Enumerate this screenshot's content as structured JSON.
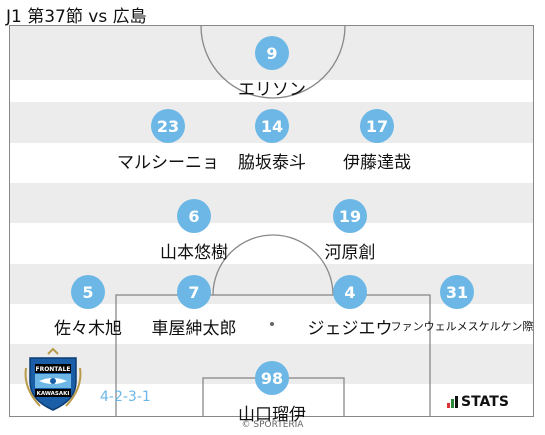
{
  "header": {
    "title": "J1 第37節 vs 広島"
  },
  "players": [
    {
      "number": "9",
      "name": "エリソン"
    },
    {
      "number": "23",
      "name": "マルシーニョ"
    },
    {
      "number": "14",
      "name": "脇坂泰斗"
    },
    {
      "number": "17",
      "name": "伊藤達哉"
    },
    {
      "number": "6",
      "name": "山本悠樹"
    },
    {
      "number": "19",
      "name": "河原創"
    },
    {
      "number": "5",
      "name": "佐々木旭"
    },
    {
      "number": "7",
      "name": "車屋紳太郎"
    },
    {
      "number": "4",
      "name": "ジェジエウ"
    },
    {
      "number": "31",
      "name": "ファンウェルメスケルケン際"
    },
    {
      "number": "98",
      "name": "山口瑠伊"
    }
  ],
  "footer": {
    "formation": "4-2-3-1",
    "stats_logo": "STATS",
    "copyright": "© SPORTERIA"
  },
  "crest": {
    "text_top": "FRONTALE",
    "text_bottom": "KAWASAKI",
    "icon": "club-crest-icon"
  },
  "colors": {
    "accent": "#6cb7e6",
    "stripe": "#ececec",
    "crest_blue": "#1a5ea8"
  }
}
